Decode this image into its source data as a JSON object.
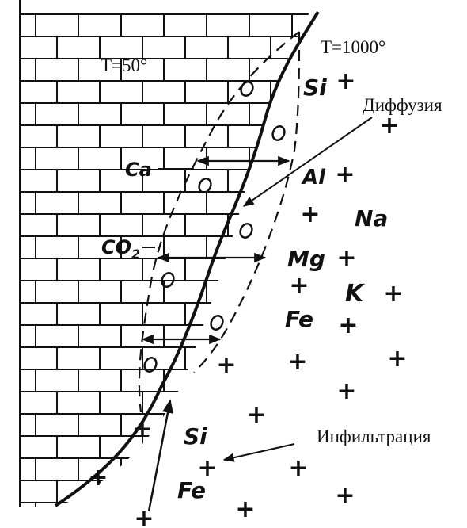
{
  "temperature_labels": {
    "low": "T=50°",
    "high": "T=1000°"
  },
  "process_labels": {
    "diffusion": "Диффузия",
    "infiltration": "Инфильтрация"
  },
  "wall_elements": {
    "calcium": "Ca",
    "carbon_dioxide_main": "CO",
    "carbon_dioxide_sub": "2"
  },
  "magma_elements": {
    "silicon_top": "Si",
    "aluminium": "Al",
    "sodium": "Na",
    "magnesium": "Mg",
    "potassium": "K",
    "iron_mid": "Fe",
    "silicon_bottom": "Si",
    "iron_bottom": "Fe"
  },
  "symbols": {
    "plus": "+",
    "circle": "o"
  },
  "colors": {
    "ink": "#111111",
    "background": "#ffffff"
  }
}
